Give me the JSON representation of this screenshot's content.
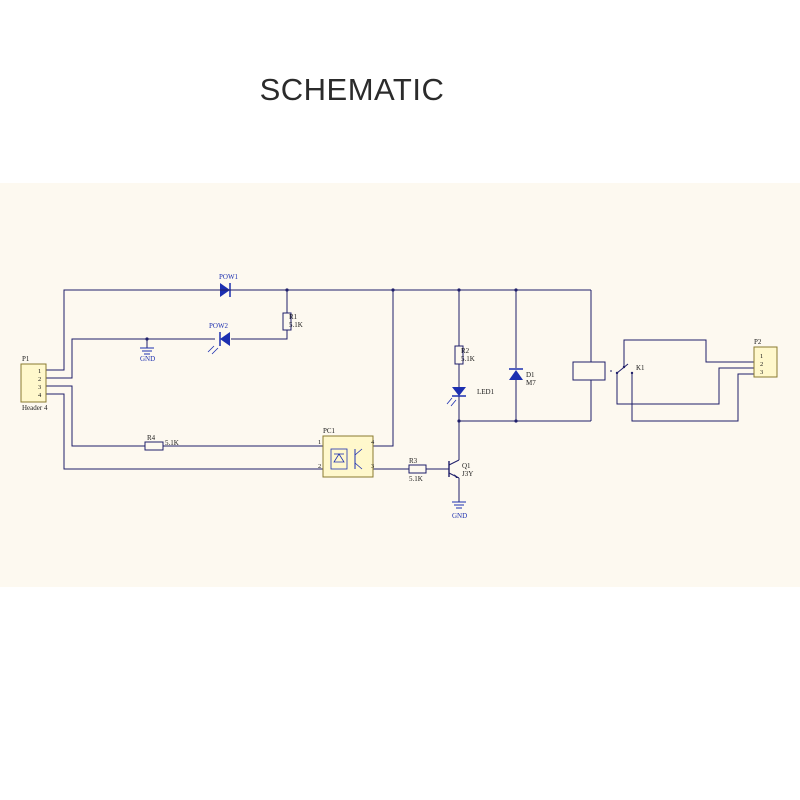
{
  "title": "SCHEMATIC",
  "colors": {
    "background": "#ffffff",
    "sheet": "#fdf9f0",
    "wire": "#1f1f6a",
    "component_blue": "#1c2fb0",
    "component_body": "#fff8cc",
    "ground": "#1c2fb0"
  },
  "components": {
    "p1": {
      "ref": "P1",
      "value": "Header 4",
      "pins": [
        "1",
        "2",
        "3",
        "4"
      ]
    },
    "p2": {
      "ref": "P2",
      "pins": [
        "1",
        "2",
        "3"
      ]
    },
    "pow1": {
      "ref": "POW1"
    },
    "pow2": {
      "ref": "POW2"
    },
    "r1": {
      "ref": "R1",
      "value": "5.1K"
    },
    "r2": {
      "ref": "R2",
      "value": "5.1K"
    },
    "r3": {
      "ref": "R3",
      "value": "5.1K"
    },
    "r4": {
      "ref": "R4",
      "value": "5.1K"
    },
    "led1": {
      "ref": "LED1"
    },
    "d1": {
      "ref": "D1",
      "value": "M7"
    },
    "q1": {
      "ref": "Q1",
      "value": "J3Y"
    },
    "pc1": {
      "ref": "PC1",
      "pins": [
        "1",
        "2",
        "4",
        "3"
      ]
    },
    "k1": {
      "ref": "K1"
    },
    "gnd": {
      "label": "GND"
    }
  }
}
